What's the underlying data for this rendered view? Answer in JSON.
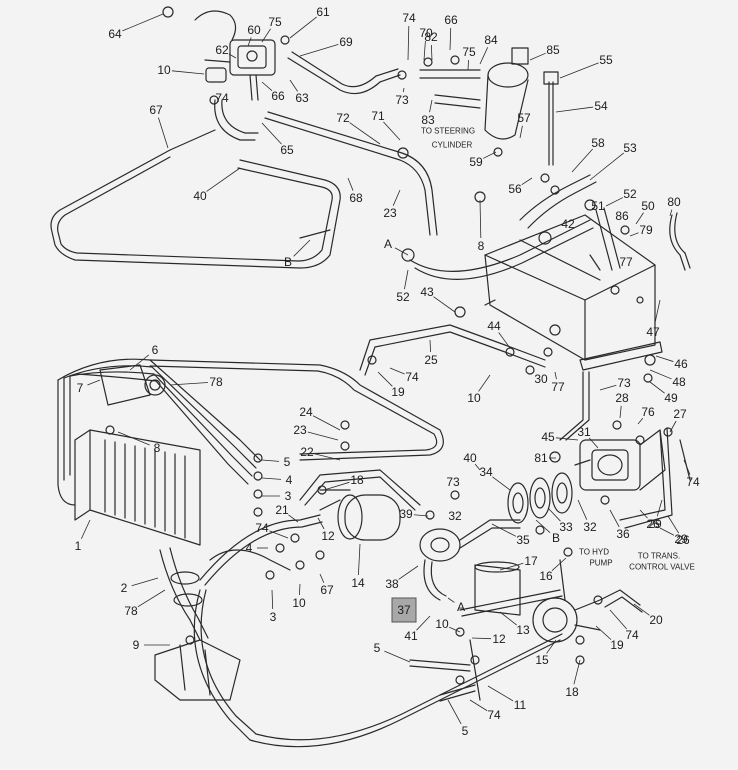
{
  "diagram": {
    "callouts": [
      "64",
      "61",
      "60",
      "75",
      "62",
      "69",
      "10",
      "74",
      "66",
      "63",
      "65",
      "67",
      "40",
      "B",
      "74",
      "70",
      "66",
      "82",
      "84",
      "85",
      "75",
      "73",
      "83",
      "57",
      "55",
      "54",
      "71",
      "72",
      "TO STEERING",
      "CYLINDER",
      "59",
      "56",
      "58",
      "53",
      "68",
      "23",
      "8",
      "52",
      "50",
      "80",
      "86",
      "79",
      "51",
      "42",
      "77",
      "A",
      "52",
      "43",
      "47",
      "44",
      "25",
      "46",
      "48",
      "49",
      "74",
      "19",
      "10",
      "30",
      "77",
      "73",
      "6",
      "78",
      "7",
      "8",
      "24",
      "23",
      "22",
      "40",
      "81",
      "28",
      "76",
      "27",
      "5",
      "4",
      "3",
      "18",
      "73",
      "34",
      "31",
      "74",
      "45",
      "29",
      "26",
      "2",
      "1",
      "21",
      "12",
      "74",
      "4",
      "10",
      "67",
      "14",
      "39",
      "32",
      "33",
      "32",
      "36",
      "35",
      "B",
      "38",
      "17",
      "16",
      "TO HYD",
      "PUMP",
      "TO TRANS.",
      "CONTROL VALVE",
      "78",
      "37",
      "A",
      "41",
      "13",
      "9",
      "3",
      "10",
      "12",
      "15",
      "19",
      "74",
      "20",
      "5",
      "11",
      "74",
      "5",
      "18",
      "29",
      "26"
    ],
    "highlighted": "37"
  }
}
